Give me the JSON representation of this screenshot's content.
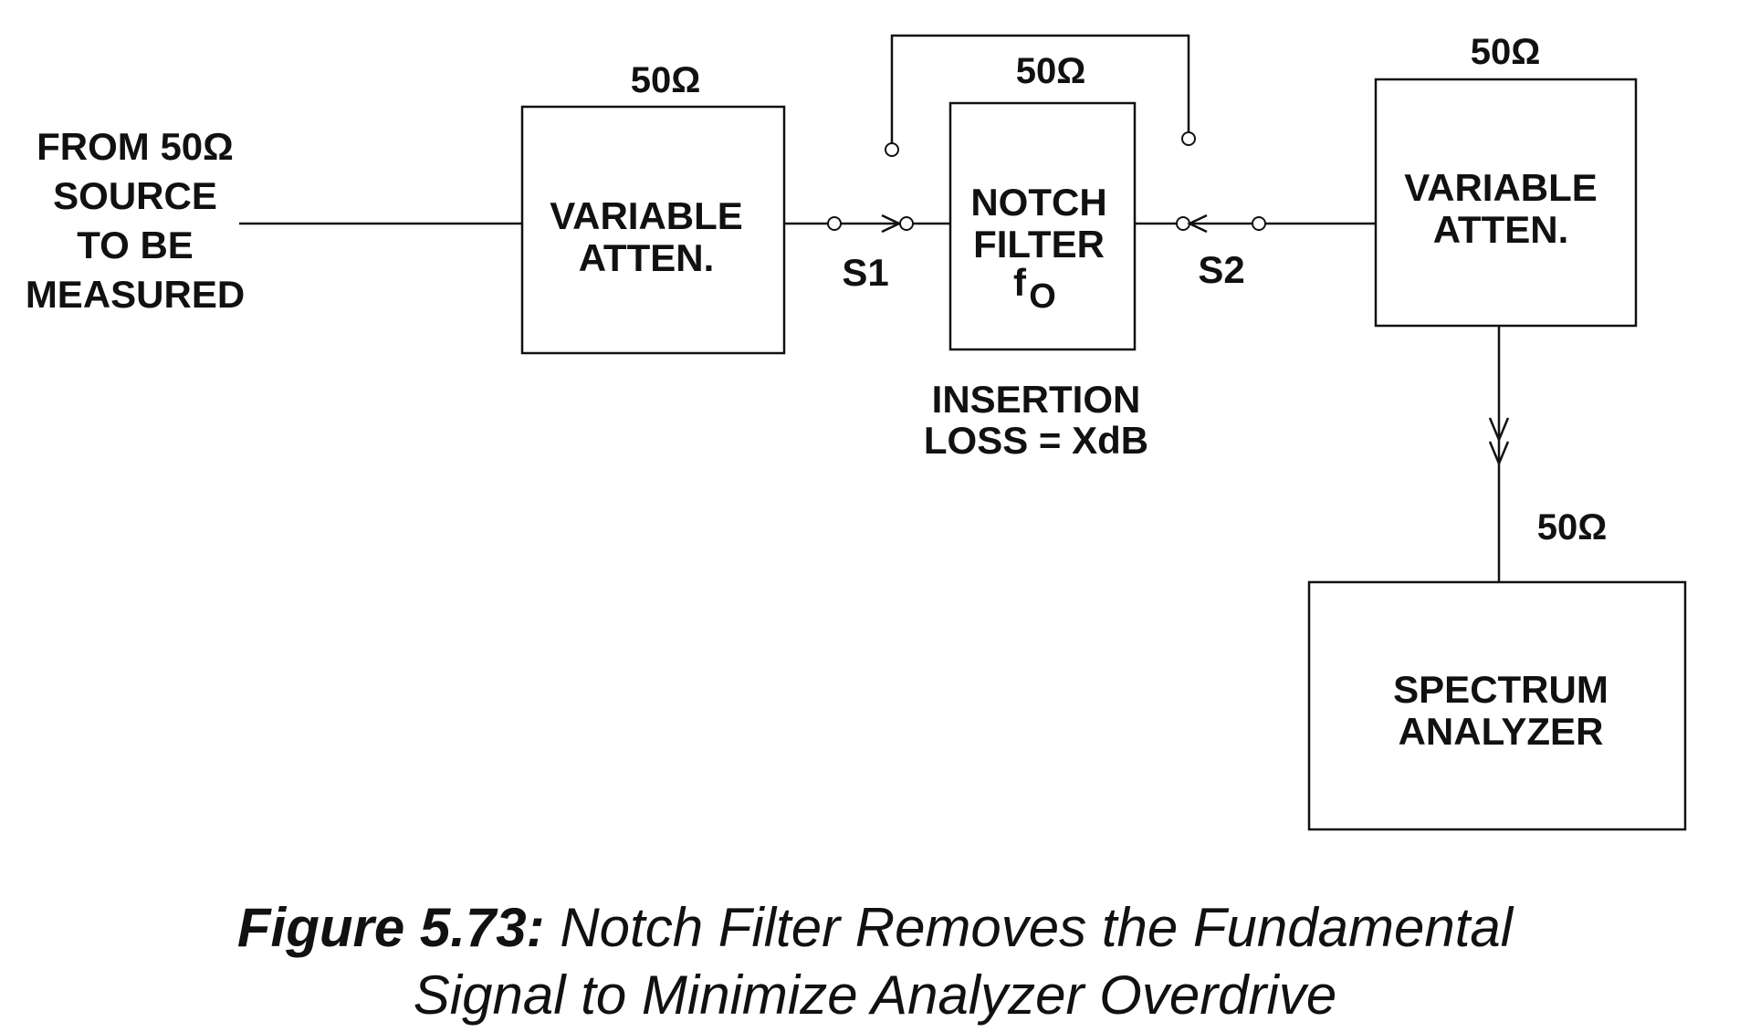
{
  "source_label": [
    "FROM 50Ω",
    "SOURCE",
    "TO BE",
    "MEASURED"
  ],
  "atten1": {
    "impedance": "50Ω",
    "lines": [
      "VARIABLE",
      "ATTEN."
    ]
  },
  "switch1": {
    "label": "S1"
  },
  "notch": {
    "impedance": "50Ω",
    "lines": [
      "NOTCH",
      "FILTER"
    ],
    "f": "f",
    "f_sub": "O"
  },
  "insertion_loss": [
    "INSERTION",
    "LOSS = XdB"
  ],
  "switch2": {
    "label": "S2"
  },
  "atten2": {
    "impedance": "50Ω",
    "lines": [
      "VARIABLE",
      "ATTEN."
    ]
  },
  "analyzer": {
    "impedance": "50Ω",
    "lines": [
      "SPECTRUM",
      "ANALYZER"
    ]
  },
  "caption": {
    "figure": "Figure 5.73:",
    "line1": " Notch Filter Removes the Fundamental",
    "line2": "Signal to Minimize Analyzer Overdrive"
  }
}
